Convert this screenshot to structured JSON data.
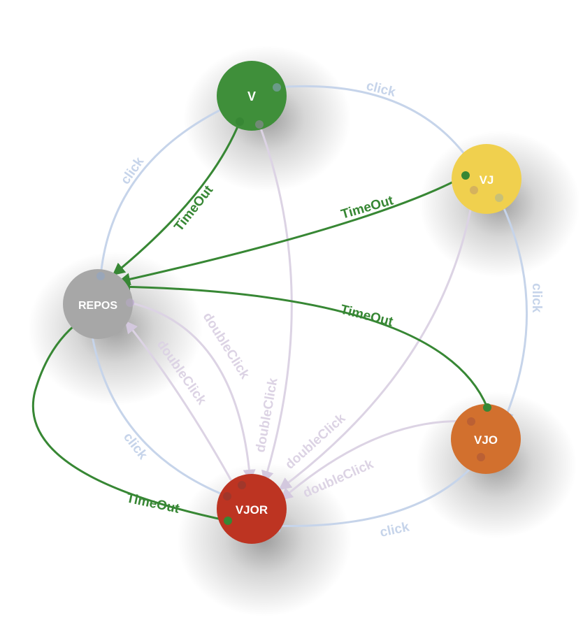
{
  "diagram": {
    "type": "state-machine",
    "nodes": [
      {
        "id": "V",
        "label": "V",
        "color": "#3f8f3a"
      },
      {
        "id": "VJ",
        "label": "VJ",
        "color": "#f0d04e"
      },
      {
        "id": "REPOS",
        "label": "REPOS",
        "color": "#a7a7a7"
      },
      {
        "id": "VJO",
        "label": "VJO",
        "color": "#d2702e"
      },
      {
        "id": "VJOR",
        "label": "VJOR",
        "color": "#bd3422"
      }
    ],
    "edge_colors": {
      "click": "#c6d4ea",
      "doubleClick": "#dcd3e4",
      "TimeOut": "#378734"
    },
    "edges": [
      {
        "from": "V",
        "to": "VJ",
        "label": "click",
        "kind": "click"
      },
      {
        "from": "VJ",
        "to": "VJO",
        "label": "click",
        "kind": "click"
      },
      {
        "from": "VJO",
        "to": "VJOR",
        "label": "click",
        "kind": "click"
      },
      {
        "from": "VJOR",
        "to": "REPOS",
        "label": "click",
        "kind": "click"
      },
      {
        "from": "REPOS",
        "to": "V",
        "label": "click",
        "kind": "click"
      },
      {
        "from": "V",
        "to": "VJOR",
        "label": "doubleClick",
        "kind": "doubleClick"
      },
      {
        "from": "VJ",
        "to": "VJOR",
        "label": "doubleClick",
        "kind": "doubleClick"
      },
      {
        "from": "VJO",
        "to": "VJOR",
        "label": "doubleClick",
        "kind": "doubleClick"
      },
      {
        "from": "REPOS",
        "to": "VJOR",
        "label": "doubleClick",
        "kind": "doubleClick"
      },
      {
        "from": "VJOR",
        "to": "REPOS",
        "label": "doubleClick",
        "kind": "doubleClick"
      },
      {
        "from": "V",
        "to": "REPOS",
        "label": "TimeOut",
        "kind": "TimeOut"
      },
      {
        "from": "VJ",
        "to": "REPOS",
        "label": "TimeOut",
        "kind": "TimeOut"
      },
      {
        "from": "VJO",
        "to": "REPOS",
        "label": "TimeOut",
        "kind": "TimeOut"
      },
      {
        "from": "VJOR",
        "to": "REPOS",
        "label": "TimeOut",
        "kind": "TimeOut"
      }
    ]
  }
}
